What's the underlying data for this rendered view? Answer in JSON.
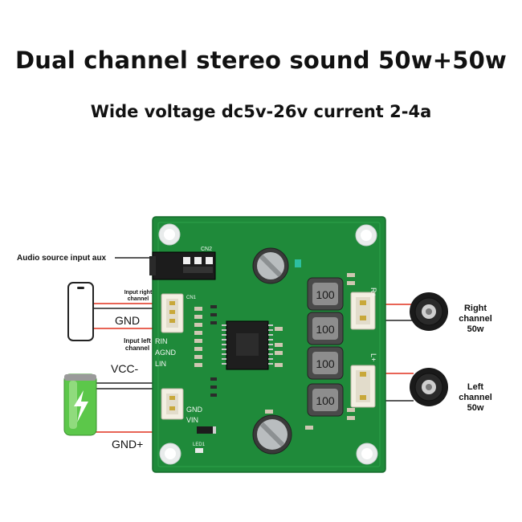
{
  "title": "Dual channel stereo sound 50w+50w",
  "subtitle": "Wide voltage dc5v-26v current 2-4a",
  "labels": {
    "aux": "Audio source input aux",
    "input_right": "Input right channel",
    "input_left": "Input left channel",
    "gnd": "GND",
    "vcc": "VCC-",
    "gnd_plus": "GND+",
    "right_channel": "Right channel 50w",
    "left_channel": "Left channel 50w"
  },
  "silkscreen": {
    "cn2": "CN2",
    "cn1": "CN1",
    "rin": "RIN",
    "agnd": "AGND",
    "lin": "LIN",
    "gnd": "GND",
    "vin": "VIN",
    "rplus": "R+",
    "lplus": "L+",
    "inductor": "100",
    "led": "LED1"
  },
  "colors": {
    "pcb": "#1f8a3a",
    "wire_red": "#e0301e",
    "wire_black": "#222222",
    "connector": "#f3efe2",
    "battery_green": "#5cc74a"
  },
  "icons": [
    "phone-icon",
    "battery-icon",
    "speaker-icon"
  ]
}
